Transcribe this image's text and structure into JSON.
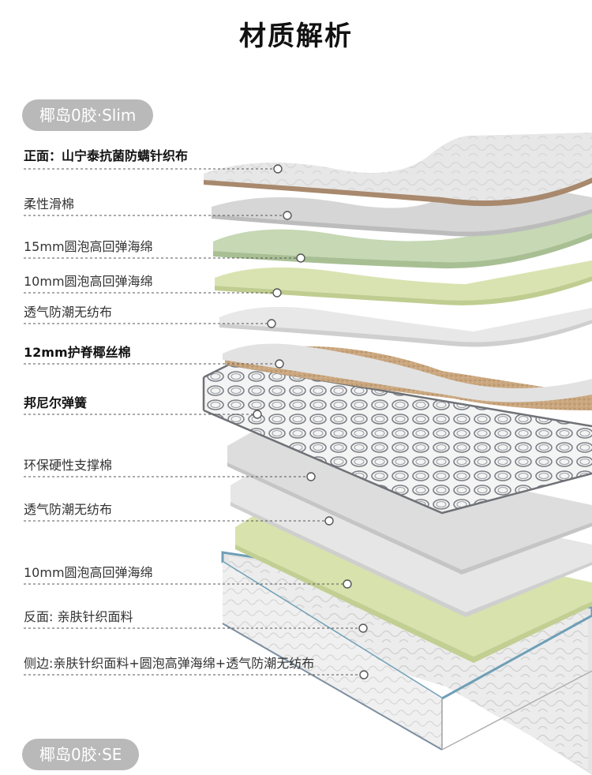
{
  "header": {
    "title": "材质解析"
  },
  "badges": {
    "top": "椰岛0胶·Slim",
    "bottom": "椰岛0胶·SE"
  },
  "colors": {
    "badge_bg": "#b9b9b9",
    "knit_top": "#dcdcdc",
    "foam_green": "#c7d8b5",
    "foam_yellow_green": "#d8e2b0",
    "coir": "#c8a47c",
    "spring": "#8d8f94",
    "base_edge": "#6f9fb6"
  },
  "layers": [
    {
      "label": "正面：山宁泰抗菌防螨针织布",
      "bold": true
    },
    {
      "label": "柔性滑棉",
      "bold": false
    },
    {
      "label": "15mm圆泡高回弹海绵",
      "bold": false
    },
    {
      "label": "10mm圆泡高回弹海绵",
      "bold": false
    },
    {
      "label": "透气防潮无纺布",
      "bold": false
    },
    {
      "label": "12mm护脊椰丝棉",
      "bold": true
    },
    {
      "label": "邦尼尔弹簧",
      "bold": true
    },
    {
      "label": "环保硬性支撑棉",
      "bold": false
    },
    {
      "label": "透气防潮无纺布",
      "bold": false
    },
    {
      "label": "10mm圆泡高回弹海绵",
      "bold": false
    },
    {
      "label": "反面: 亲肤针织面料",
      "bold": false
    },
    {
      "label": "侧边:亲肤针织面料+圆泡高弹海绵+透气防潮无纺布",
      "bold": false
    }
  ]
}
